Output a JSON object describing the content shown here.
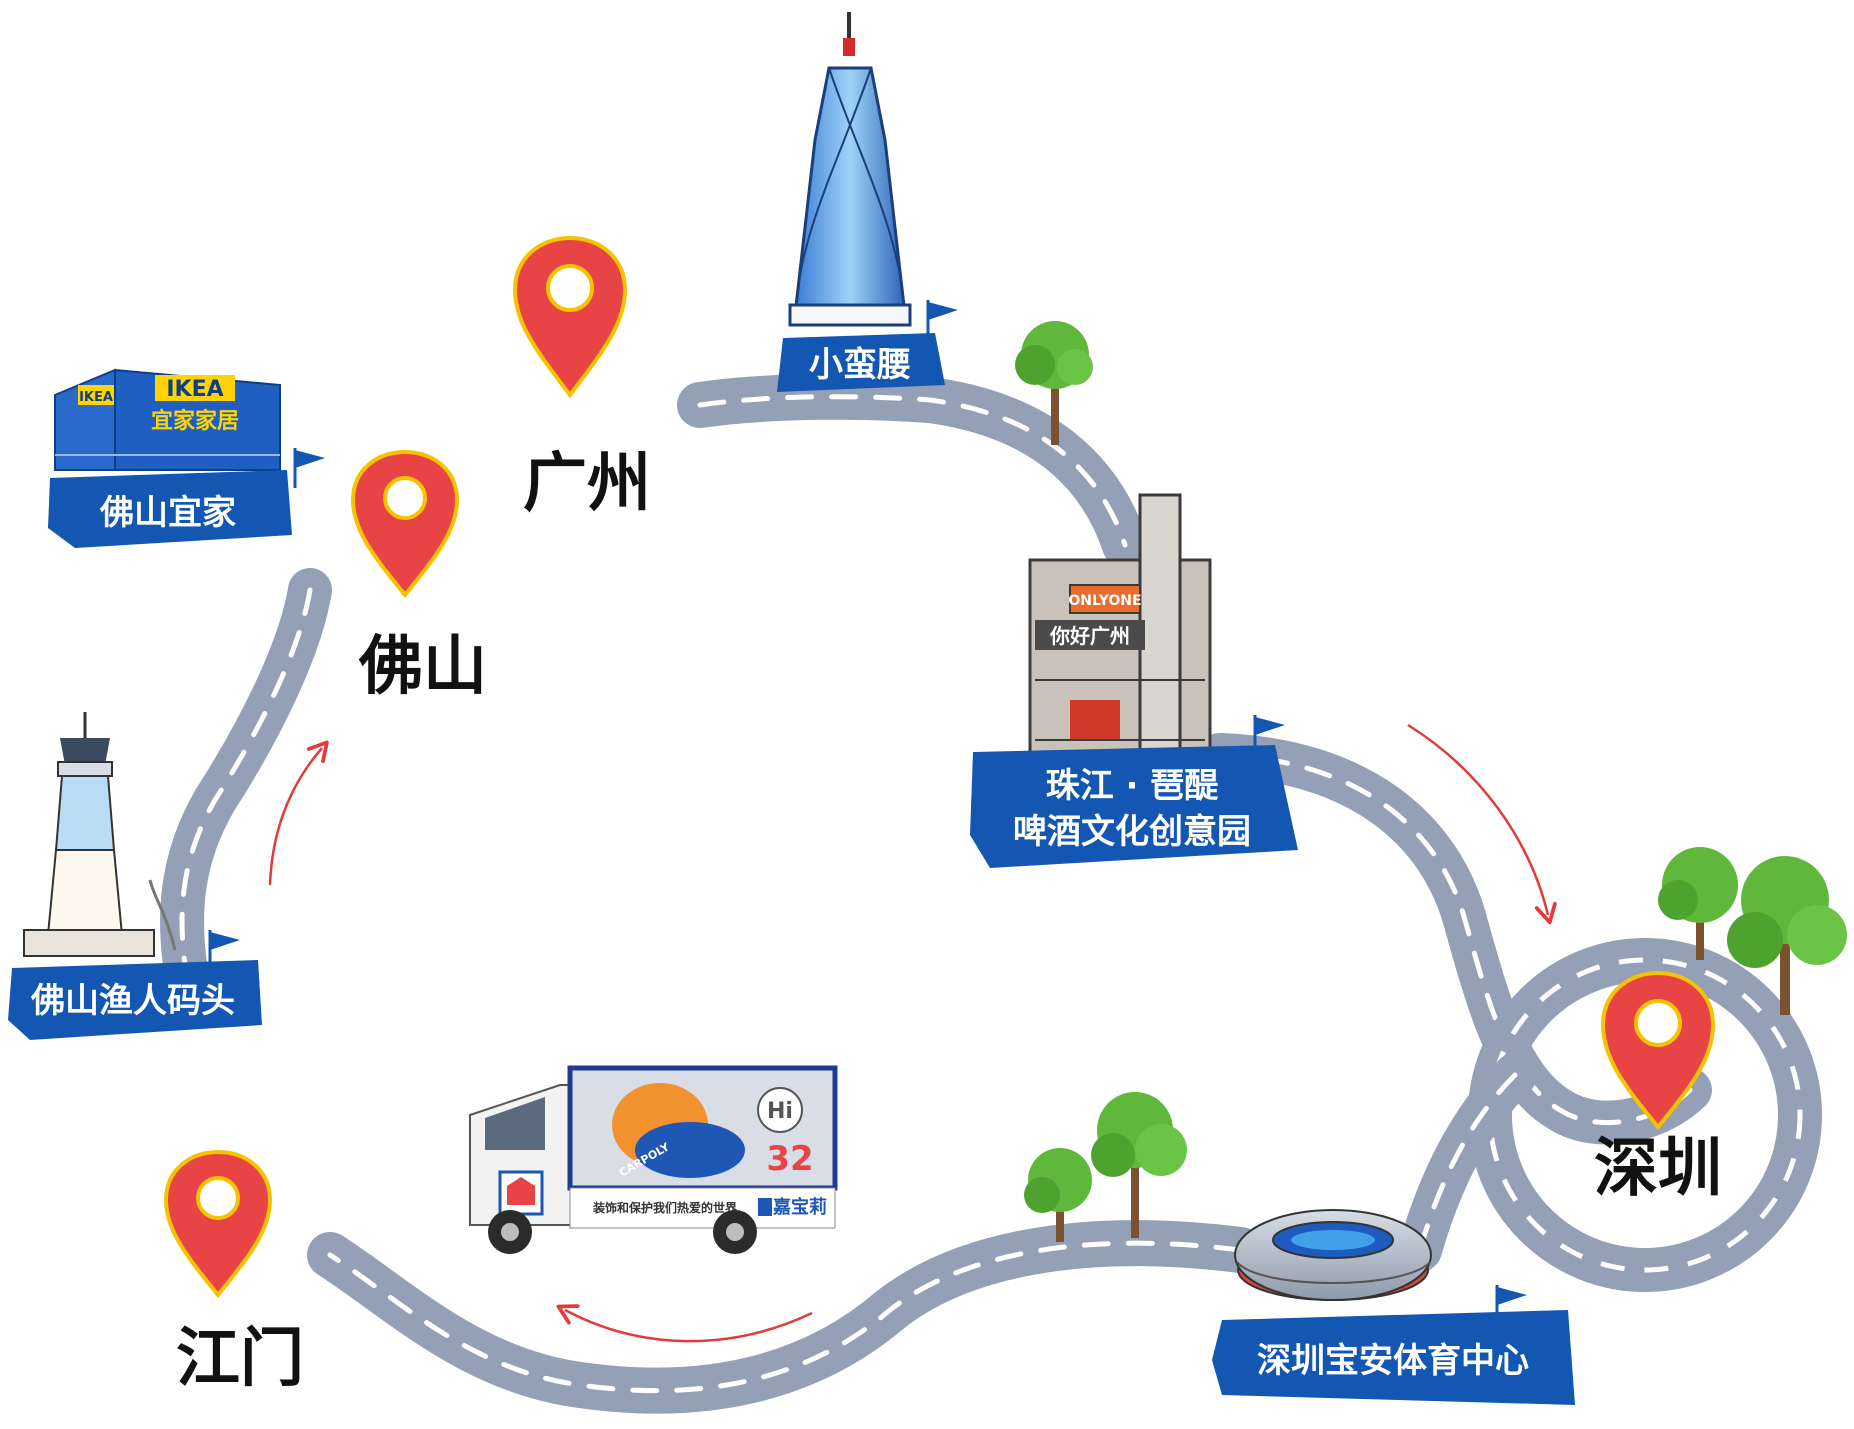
{
  "cities": {
    "guangzhou": "广州",
    "foshan": "佛山",
    "shenzhen": "深圳",
    "jiangmen": "江门"
  },
  "landmarks": {
    "canton_tower": "小蛮腰",
    "foshan_ikea": "佛山宜家",
    "foshan_fisherman_wharf": "佛山渔人码头",
    "zhujiang_pipa_line1": "珠江 · 琶醍",
    "zhujiang_pipa_line2": "啤酒文化创意园",
    "shenzhen_baoan_stadium": "深圳宝安体育中心"
  },
  "ikea_store": {
    "logo": "IKEA",
    "sign": "宜家家居"
  },
  "brewery": {
    "neon_sign": "ONLYONE",
    "greeting": "你好广州"
  },
  "truck": {
    "brand_en": "CARPOLY",
    "brand_cn": "嘉宝莉",
    "slogan": "装饰和保护我们热爱的世界",
    "greeting_bubble": "Hi",
    "big_number": "32"
  },
  "colors": {
    "road": "#93a0b6",
    "road_marking": "#ffffff",
    "banner": "#1357b2",
    "pin": "#e84445",
    "pin_ring": "#f5c400",
    "arrow": "#e23b3b",
    "tree": "#5fb83b",
    "trunk": "#7a5230"
  },
  "icons": [
    "location-pin-icon",
    "flag-icon",
    "tree-icon",
    "direction-arrow-icon"
  ]
}
